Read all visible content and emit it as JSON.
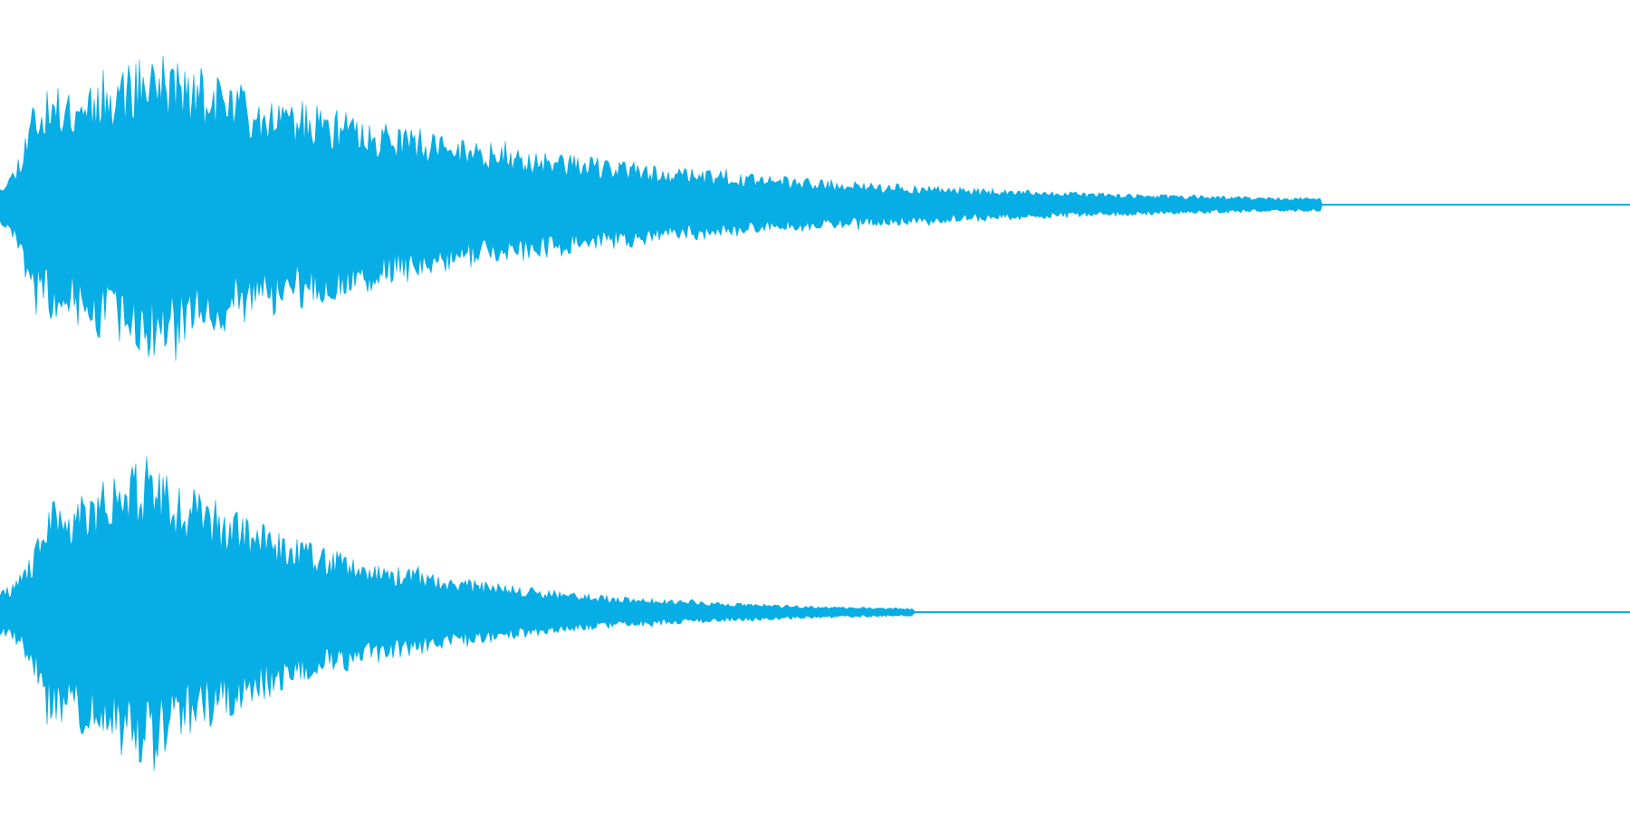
{
  "waveform": {
    "color": "#07ADE5",
    "background": "#FFFFFF",
    "channels": [
      {
        "name": "",
        "attack_fraction": 0.02,
        "peak_fraction": 0.095,
        "decay_rate": 4.4,
        "tail_end_fraction": 0.81,
        "peak_amplitude": 0.98,
        "seed": 11
      },
      {
        "name": "",
        "attack_fraction": 0.03,
        "peak_fraction": 0.09,
        "decay_rate": 7.8,
        "tail_end_fraction": 0.56,
        "peak_amplitude": 0.99,
        "seed": 29
      }
    ]
  }
}
